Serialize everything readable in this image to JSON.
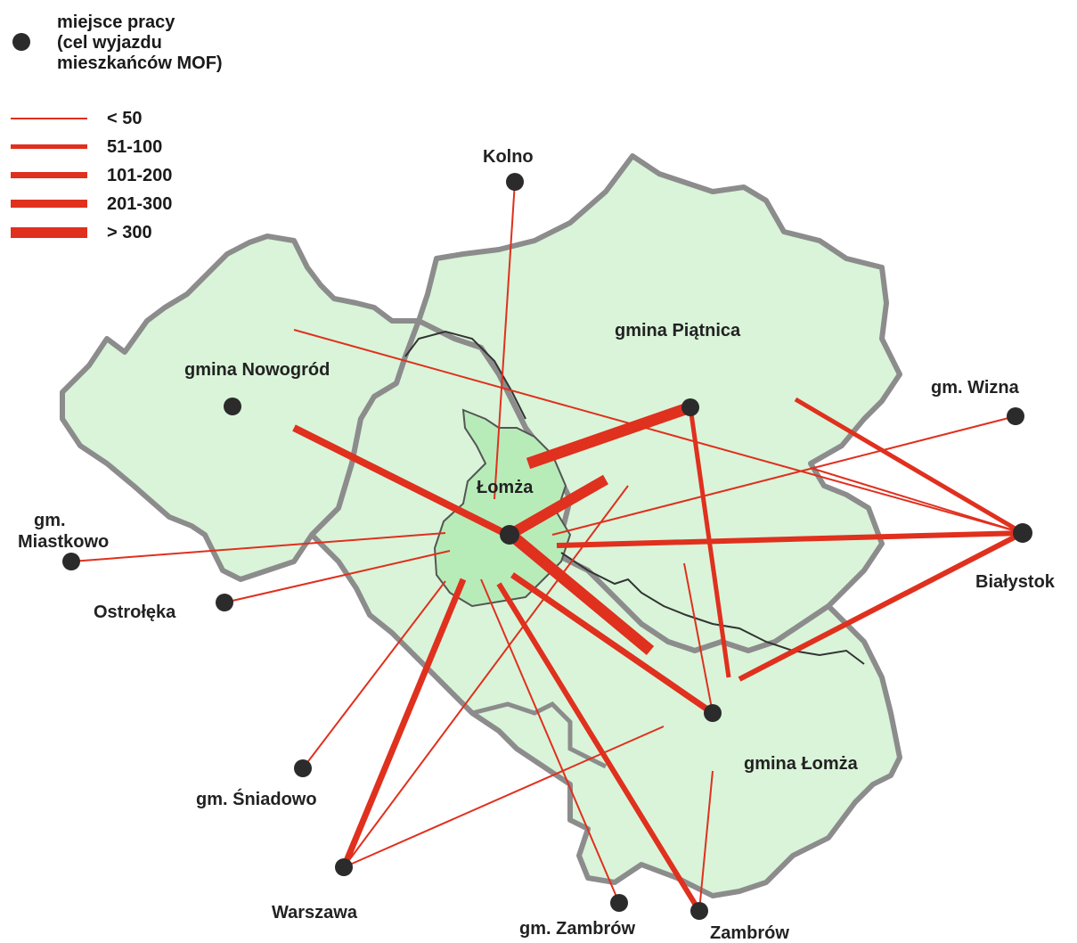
{
  "legend": {
    "point_label": "miejsce pracy\n(cel wyjazdu\nmieszkańców MOF)",
    "classes": [
      "< 50",
      "51-100",
      "101-200",
      "201-300",
      "> 300"
    ]
  },
  "colors": {
    "region_fill": "#d9f4d9",
    "city_fill": "#b7ecb9",
    "border": "#8c8c8c",
    "flow": "#e0301e",
    "point": "#2b2b2b"
  },
  "area_labels": {
    "nowogrod": "gmina Nowogród",
    "piatnica": "gmina Piątnica",
    "lomza_gmina": "gmina Łomża",
    "lomza_city": "Łomża"
  },
  "places": {
    "kolno": "Kolno",
    "wizna": "gm. Wizna",
    "bialystok": "Białystok",
    "miastkowo": "gm.\nMiastkowo",
    "ostroleka": "Ostrołęka",
    "sniadowo": "gm. Śniadowo",
    "warszawa": "Warszawa",
    "zambrow_gm": "gm. Zambrów",
    "zambrow": "Zambrów"
  }
}
